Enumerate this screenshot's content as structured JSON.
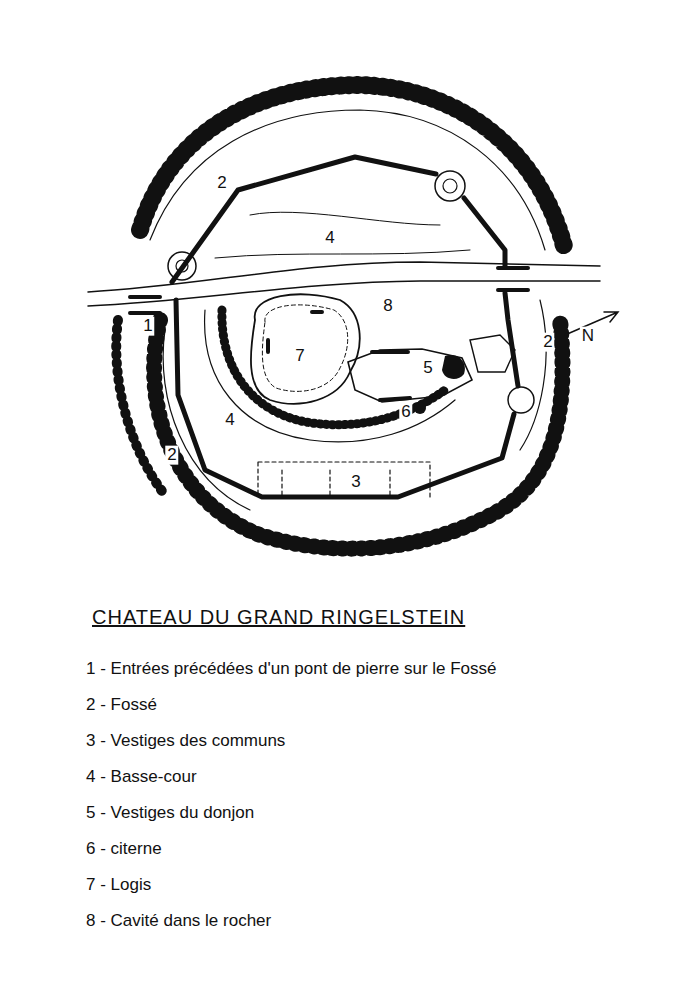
{
  "diagram": {
    "title": "CHATEAU DU GRAND RINGELSTEIN",
    "labels": [
      "2",
      "4",
      "8",
      "7",
      "5",
      "6",
      "1",
      "2",
      "4",
      "2",
      "3",
      "N",
      "1 - Entrées précédées d'un pont de pierre sur le Fossé",
      "2 - Fossé",
      "3 - Vestiges des communs",
      "4 - Basse-cour",
      "5 - Vestiges du donjon",
      "6 - citerne",
      "7 - Logis",
      "8 - Cavité dans le rocher"
    ]
  }
}
